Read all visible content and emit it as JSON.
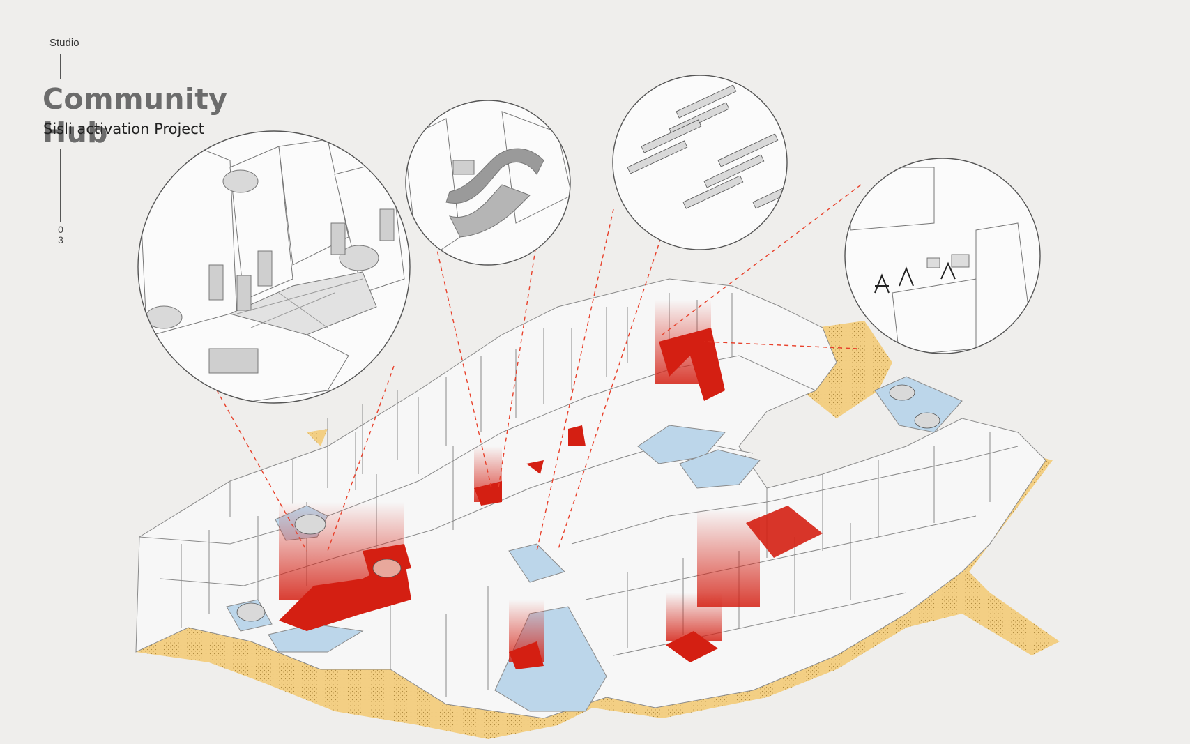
{
  "header": {
    "studio_label": "Studio",
    "title": "Community Hub",
    "subtitle": "Sisli activation Project",
    "page_number": [
      "0",
      "3"
    ]
  },
  "colors": {
    "background": "#efeeec",
    "building_fill": "#f7f7f7",
    "building_stroke": "#8a8a8a",
    "street": "#f3cf84",
    "intervention_red": "#d41f12",
    "public_blue": "#bcd6ea",
    "callout_line": "#e8412b"
  },
  "callouts": [
    {
      "name": "callout-plaza-domes"
    },
    {
      "name": "callout-sculptural-path"
    },
    {
      "name": "callout-market-stalls"
    },
    {
      "name": "callout-playground"
    }
  ]
}
